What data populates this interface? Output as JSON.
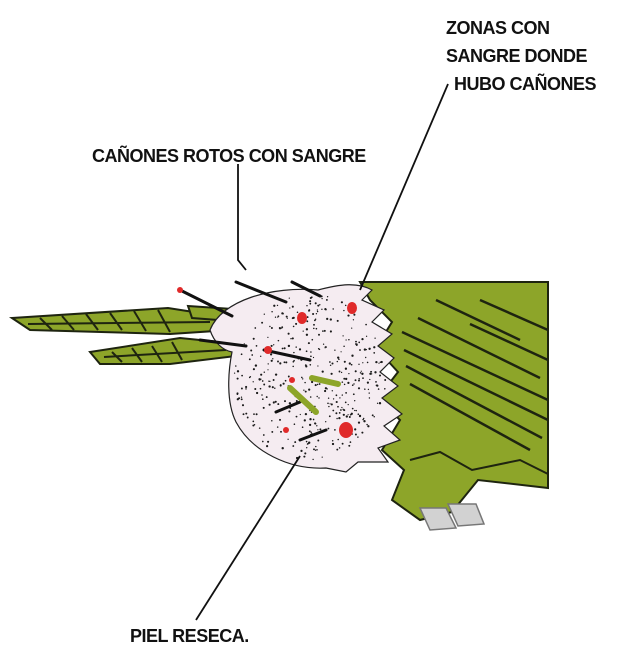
{
  "labels": {
    "zonas_line1": "ZONAS CON",
    "zonas_line2": "SANGRE DONDE",
    "zonas_line3": "HUBO CAÑONES",
    "canones_rotos": "CAÑONES ROTOS CON SANGRE",
    "piel_reseca": "PIEL RESECA."
  },
  "colors": {
    "feather_green": "#8da529",
    "feather_dark": "#1e2410",
    "skin_pink": "#f5ecf1",
    "blood_red": "#e02a2a",
    "feet_gray": "#d2d2d2",
    "line": "#111111"
  }
}
